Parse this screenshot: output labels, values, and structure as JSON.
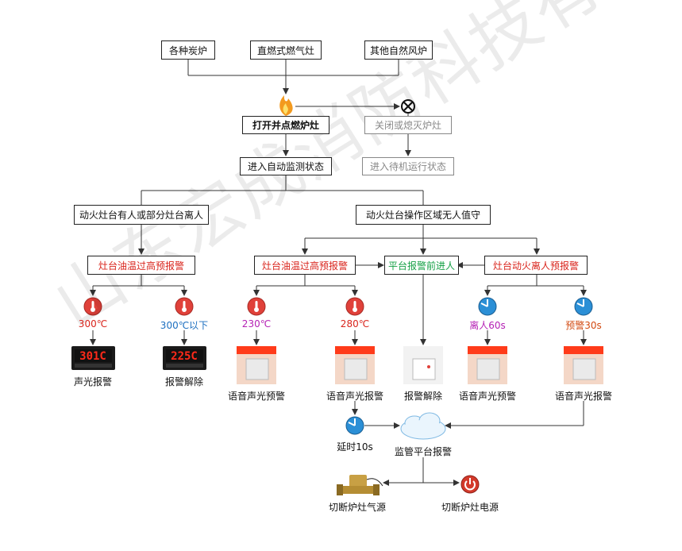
{
  "top": {
    "stove1": "各种炭炉",
    "stove2": "直燃式燃气灶",
    "stove3": "其他自然风炉"
  },
  "flow": {
    "ignite": "打开并点燃炉灶",
    "close": "关闭或熄灭炉灶",
    "monitor": "进入自动监测状态",
    "standby": "进入待机运行状态",
    "branch_left": "动火灶台有人或部分灶台离人",
    "branch_right": "动火灶台操作区域无人值守"
  },
  "alarms": {
    "left_oil": "灶台油温过高预报警",
    "mid_oil": "灶台油温过高预报警",
    "platform": "平台报警前进人",
    "leave": "灶台动火离人预报警"
  },
  "readings": {
    "t300": "300℃",
    "t300below": "300℃以下",
    "t230": "230℃",
    "t280": "280℃",
    "leave60": "离人60s",
    "warn30": "预警30s"
  },
  "displays": {
    "d1": "301C",
    "d2": "225C"
  },
  "outcomes": {
    "sound_light_alarm": "声光报警",
    "alarm_cleared": "报警解除",
    "voice_pre_1": "语音声光预警",
    "voice_alarm_1": "语音声光报警",
    "alarm_cleared_2": "报警解除",
    "voice_pre_2": "语音声光预警",
    "voice_alarm_2": "语音声光报警"
  },
  "bottom": {
    "delay": "延时10s",
    "platform_alarm": "监管平台报警",
    "cut_gas": "切断炉灶气源",
    "cut_power": "切断炉灶电源"
  },
  "watermark": "山东宏成消防科技有限公司",
  "colors": {
    "red": "#d9241c",
    "green": "#15a045",
    "blue": "#1c6fc0",
    "purple": "#b521b5",
    "gray": "#888888"
  }
}
